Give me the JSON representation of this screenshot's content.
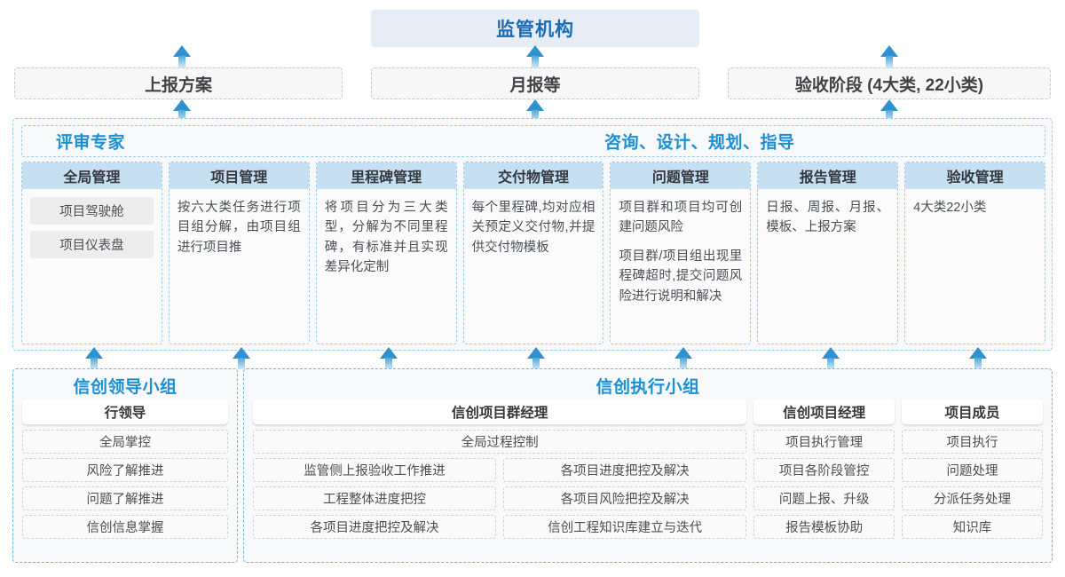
{
  "top": {
    "organization": "监管机构",
    "reports": [
      "上报方案",
      "月报等",
      "验收阶段 (4大类, 22小类)"
    ]
  },
  "expert_band": {
    "left_label": "评审专家",
    "center_label": "咨询、设计、规划、指导"
  },
  "cards": [
    {
      "title": "全局管理",
      "pills": [
        "项目驾驶舱",
        "项目仪表盘"
      ],
      "paragraphs": []
    },
    {
      "title": "项目管理",
      "pills": [],
      "paragraphs": [
        "按六大类任务进行项目组分解，由项目组进行项目推"
      ]
    },
    {
      "title": "里程碑管理",
      "pills": [],
      "paragraphs": [
        "将项目分为三大类型，分解为不同里程碑，有标准并且实现差异化定制"
      ]
    },
    {
      "title": "交付物管理",
      "pills": [],
      "paragraphs": [
        "每个里程碑,均对应相关预定义交付物,并提供交付物模板"
      ]
    },
    {
      "title": "问题管理",
      "pills": [],
      "paragraphs": [
        "项目群和项目均可创建问题风险",
        "项目群/项目组出现里程碑超时,提交问题风险进行说明和解决"
      ]
    },
    {
      "title": "报告管理",
      "pills": [],
      "paragraphs": [
        "日报、周报、月报、模板、上报方案"
      ]
    },
    {
      "title": "验收管理",
      "pills": [],
      "paragraphs": [
        "4大类22小类"
      ]
    }
  ],
  "leadership_group": {
    "title": "信创领导小组",
    "role": "行领导",
    "tasks": [
      "全局掌控",
      "风险了解推进",
      "问题了解推进",
      "信创信息掌握"
    ]
  },
  "execution_group": {
    "title": "信创执行小组",
    "program_manager": {
      "role": "信创项目群经理",
      "wide_task": "全局过程控制",
      "left_tasks": [
        "监管侧上报验收工作推进",
        "工程整体进度把控",
        "各项目进度把控及解决"
      ],
      "right_tasks": [
        "各项目进度把控及解决",
        "各项目风险把控及解决",
        "信创工程知识库建立与迭代"
      ]
    },
    "project_manager": {
      "role": "信创项目经理",
      "tasks": [
        "项目执行管理",
        "项目各阶段管控",
        "问题上报、升级",
        "报告模板协助"
      ]
    },
    "project_member": {
      "role": "项目成员",
      "tasks": [
        "项目执行",
        "问题处理",
        "分派任务处理",
        "知识库"
      ]
    }
  },
  "colors": {
    "accent_blue": "#1b8fd6",
    "title_blue": "#1b6cb3",
    "card_header": "#c6dff1",
    "top_box": "#e7edf6",
    "arrow": "#2f91cf"
  }
}
